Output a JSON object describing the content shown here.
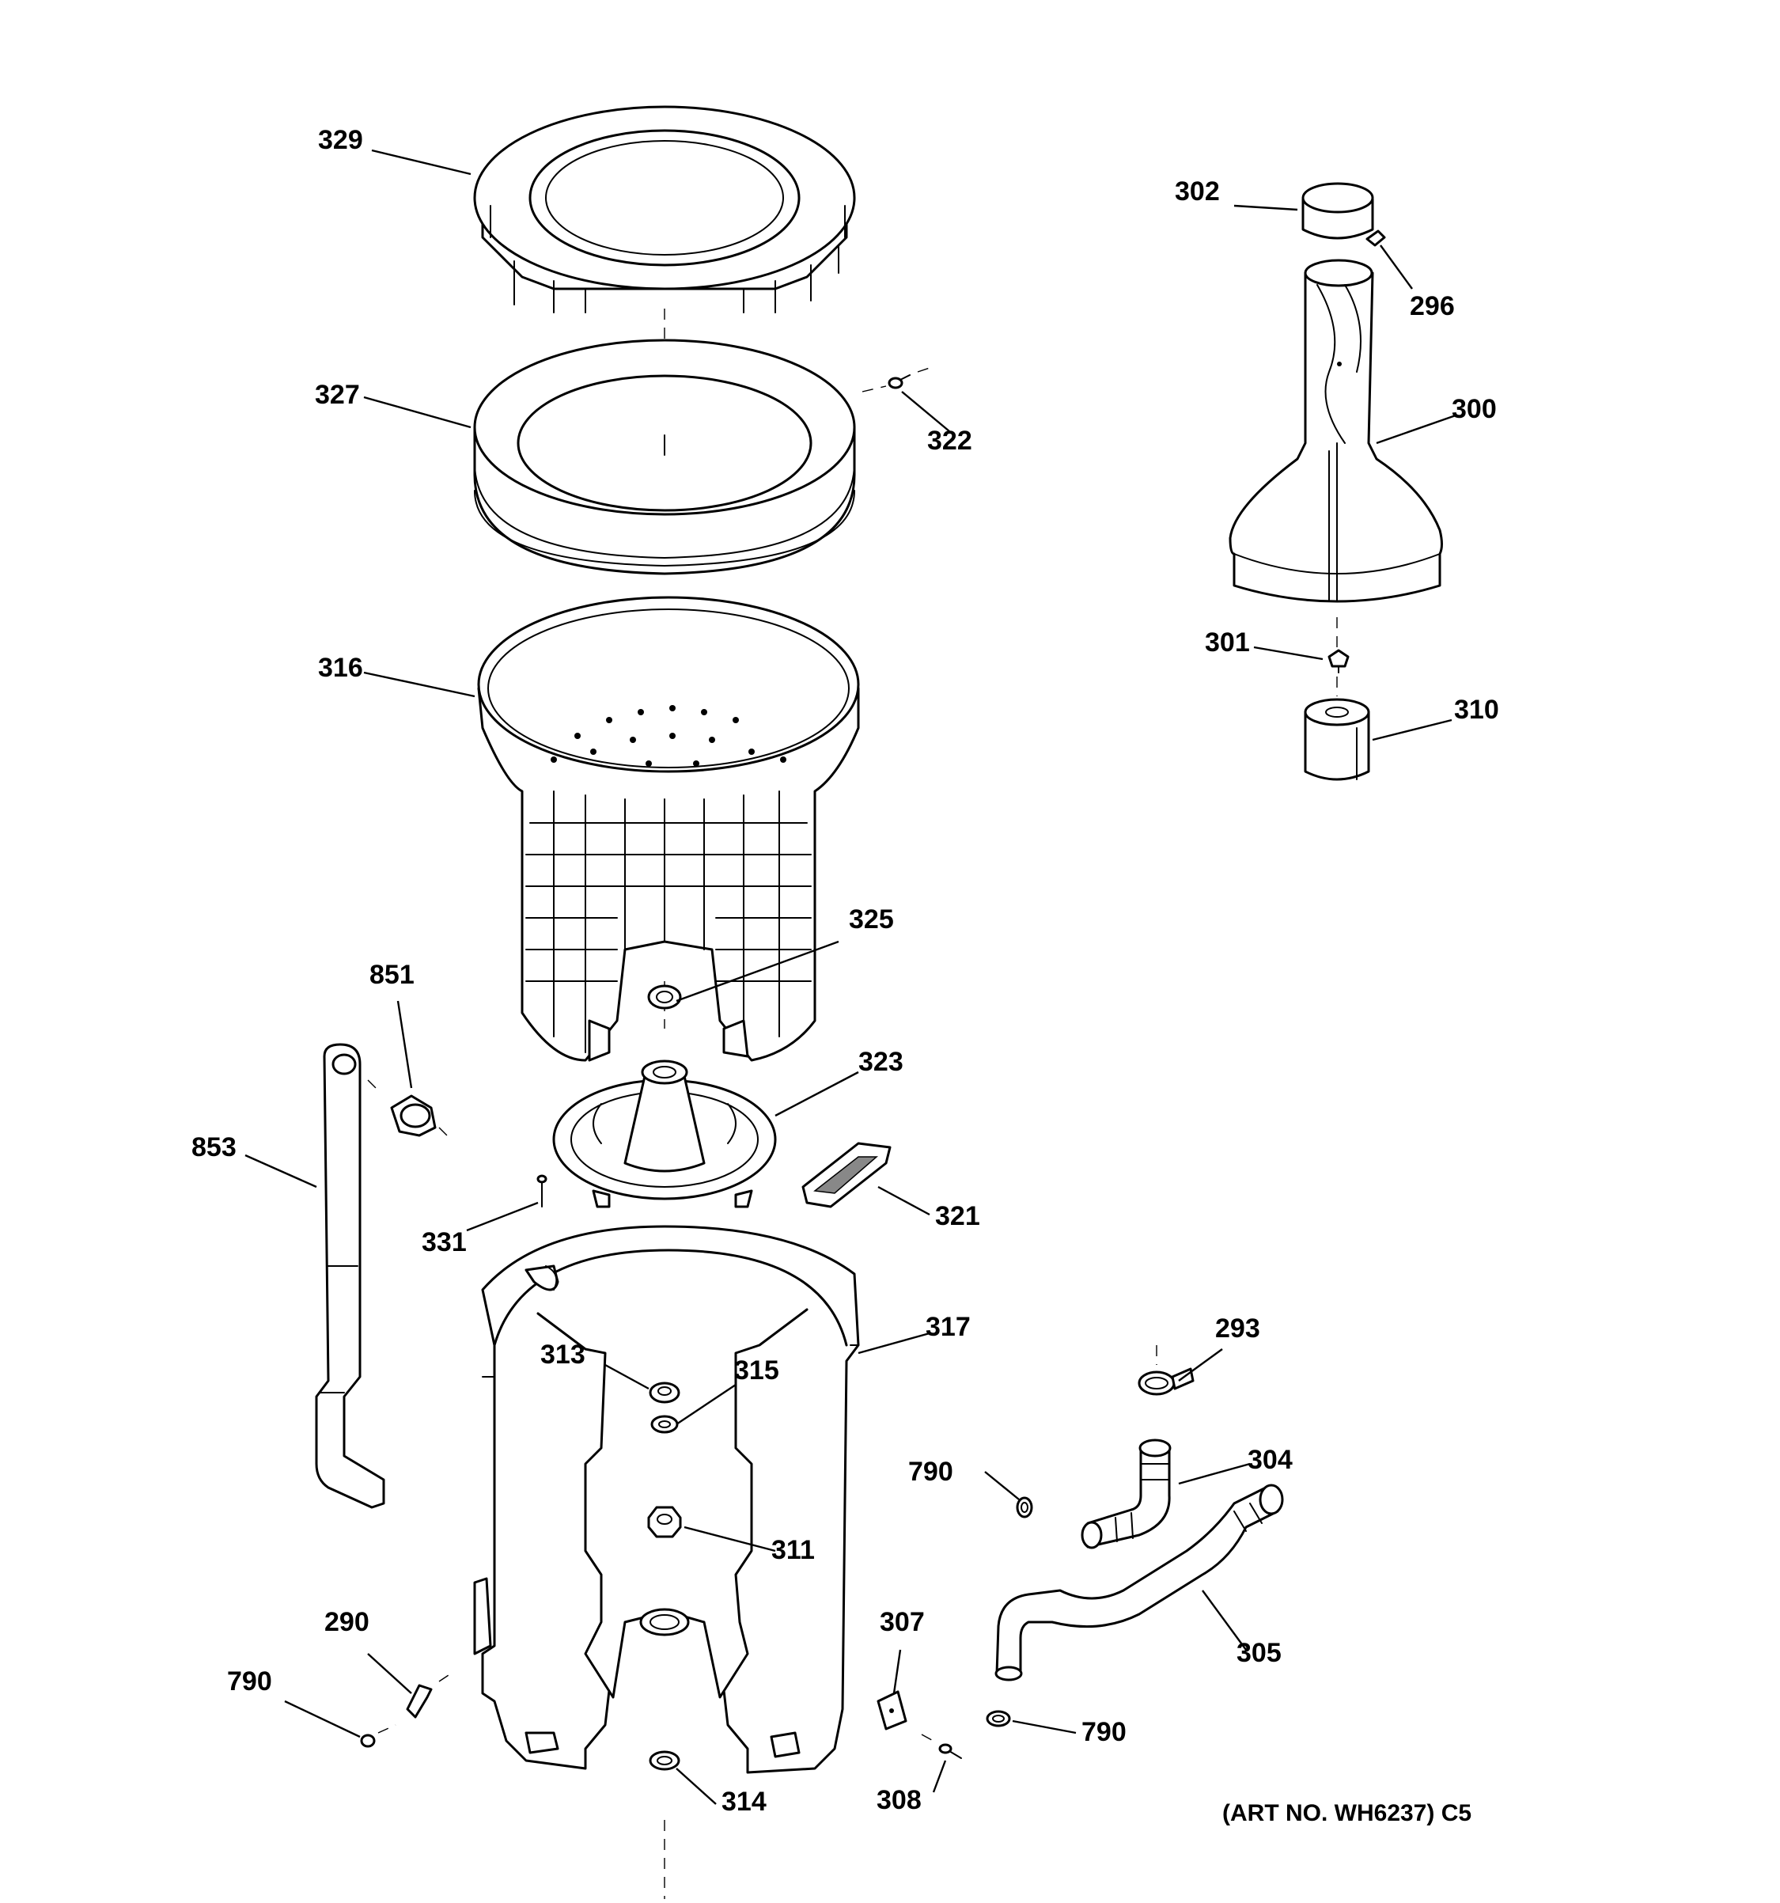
{
  "diagram": {
    "art_number": "(ART NO. WH6237) C5",
    "callouts": [
      "329",
      "327",
      "316",
      "325",
      "851",
      "853",
      "323",
      "331",
      "321",
      "317",
      "313",
      "315",
      "311",
      "290",
      "790",
      "314",
      "302",
      "296",
      "300",
      "301",
      "310",
      "322",
      "293",
      "304",
      "790",
      "305",
      "307",
      "308",
      "790"
    ]
  }
}
